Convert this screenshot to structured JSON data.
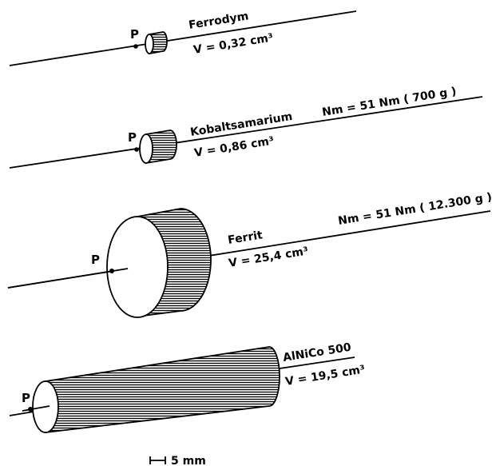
{
  "magnets": [
    {
      "name": "Ferrodym",
      "volume": "V = 0,32 cm³",
      "point": "P",
      "torque": ""
    },
    {
      "name": "Kobaltsamarium",
      "volume": "V = 0,86 cm³",
      "point": "P",
      "torque": "Nm = 51 Nm  ( 700 g )"
    },
    {
      "name": "Ferrit",
      "volume": "V = 25,4 cm³",
      "point": "P",
      "torque": "Nm = 51 Nm  ( 12.300 g )"
    },
    {
      "name": "AlNiCo 500",
      "volume": "V = 19,5 cm³",
      "point": "P",
      "torque": ""
    }
  ],
  "scale": {
    "label": "5 mm"
  }
}
